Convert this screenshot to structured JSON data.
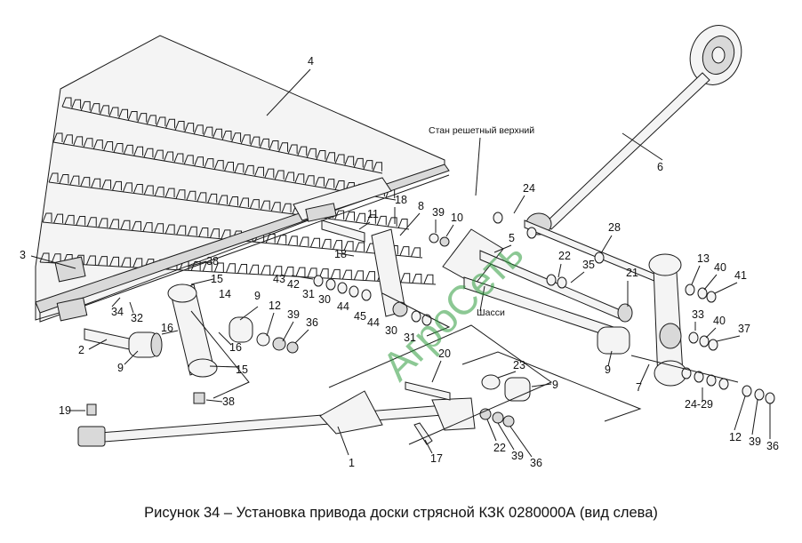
{
  "caption": "Рисунок 34 – Установка привода доски стрясной КЗК 0280000А (вид слева)",
  "watermark": "АгроСеть",
  "notes": {
    "upper_sieve_frame": "Стан решетный верхний",
    "chassis": "Шасси"
  },
  "part_labels": [
    {
      "id": "p4",
      "text": "4"
    },
    {
      "id": "p6",
      "text": "6"
    },
    {
      "id": "p3",
      "text": "3"
    },
    {
      "id": "p38a",
      "text": "38"
    },
    {
      "id": "p15a",
      "text": "15"
    },
    {
      "id": "p14",
      "text": "14"
    },
    {
      "id": "p34",
      "text": "34"
    },
    {
      "id": "p32",
      "text": "32"
    },
    {
      "id": "p2",
      "text": "2"
    },
    {
      "id": "p9a",
      "text": "9"
    },
    {
      "id": "p16a",
      "text": "16"
    },
    {
      "id": "p16b",
      "text": "16"
    },
    {
      "id": "p15b",
      "text": "15"
    },
    {
      "id": "p9b",
      "text": "9"
    },
    {
      "id": "p12a",
      "text": "12"
    },
    {
      "id": "p39a",
      "text": "39"
    },
    {
      "id": "p36a",
      "text": "36"
    },
    {
      "id": "p18a",
      "text": "18"
    },
    {
      "id": "p11",
      "text": "11"
    },
    {
      "id": "p18b",
      "text": "18"
    },
    {
      "id": "p8",
      "text": "8"
    },
    {
      "id": "p39b",
      "text": "39"
    },
    {
      "id": "p10",
      "text": "10"
    },
    {
      "id": "p43",
      "text": "43"
    },
    {
      "id": "p42",
      "text": "42"
    },
    {
      "id": "p31a",
      "text": "31"
    },
    {
      "id": "p30a",
      "text": "30"
    },
    {
      "id": "p44a",
      "text": "44"
    },
    {
      "id": "p45",
      "text": "45"
    },
    {
      "id": "p44b",
      "text": "44"
    },
    {
      "id": "p30b",
      "text": "30"
    },
    {
      "id": "p31b",
      "text": "31"
    },
    {
      "id": "p24a",
      "text": "24"
    },
    {
      "id": "p5",
      "text": "5"
    },
    {
      "id": "p28",
      "text": "28"
    },
    {
      "id": "p22a",
      "text": "22"
    },
    {
      "id": "p35",
      "text": "35"
    },
    {
      "id": "p21",
      "text": "21"
    },
    {
      "id": "p13",
      "text": "13"
    },
    {
      "id": "p40a",
      "text": "40"
    },
    {
      "id": "p41",
      "text": "41"
    },
    {
      "id": "p33",
      "text": "33"
    },
    {
      "id": "p40b",
      "text": "40"
    },
    {
      "id": "p37",
      "text": "37"
    },
    {
      "id": "p9c",
      "text": "9"
    },
    {
      "id": "p7",
      "text": "7"
    },
    {
      "id": "p2429",
      "text": "24-29"
    },
    {
      "id": "p20",
      "text": "20"
    },
    {
      "id": "p23",
      "text": "23"
    },
    {
      "id": "p9d",
      "text": "9"
    },
    {
      "id": "p19",
      "text": "19"
    },
    {
      "id": "p38b",
      "text": "38"
    },
    {
      "id": "p1",
      "text": "1"
    },
    {
      "id": "p17",
      "text": "17"
    },
    {
      "id": "p22b",
      "text": "22"
    },
    {
      "id": "p39c",
      "text": "39"
    },
    {
      "id": "p36b",
      "text": "36"
    },
    {
      "id": "p12b",
      "text": "12"
    },
    {
      "id": "p39d",
      "text": "39"
    },
    {
      "id": "p36c",
      "text": "36"
    }
  ]
}
